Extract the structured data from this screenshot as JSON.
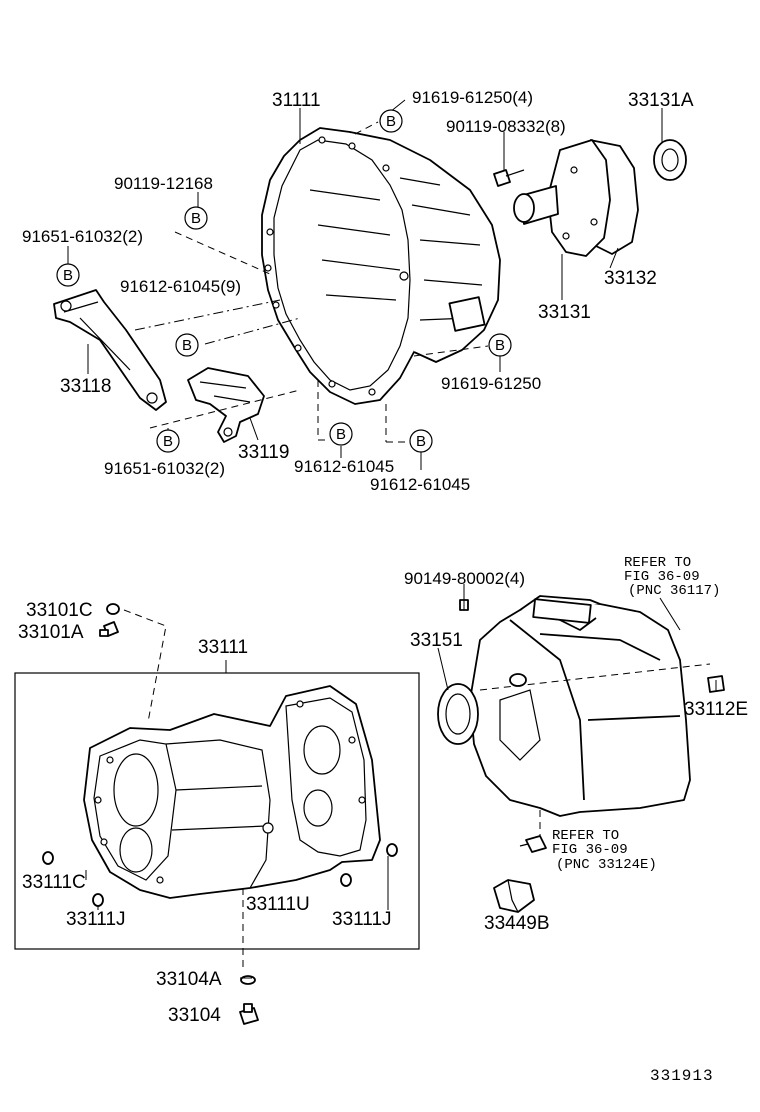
{
  "labels": {
    "housing_31111": "31111",
    "bolt_91619_61250_4": "91619-61250(4)",
    "seal_33131A": "33131A",
    "bolt_90119_08332_8": "90119-08332(8)",
    "bolt_90119_12168": "90119-12168",
    "bolt_91651_61032_2_top": "91651-61032(2)",
    "bolt_91612_61045_9": "91612-61045(9)",
    "retainer_33132": "33132",
    "bearing_33131": "33131",
    "bracket_33118": "33118",
    "bolt_91619_61250": "91619-61250",
    "bracket_33119": "33119",
    "bolt_91651_61032_2_bottom": "91651-61032(2)",
    "bolt_91612_61045_a": "91612-61045",
    "bolt_91612_61045_b": "91612-61045",
    "gasket_33101C": "33101C",
    "plug_33101A": "33101A",
    "case_33111": "33111",
    "bolt_90149_80002_4": "90149-80002(4)",
    "refer_top_line1": "REFER TO",
    "refer_top_line2": "FIG 36-09",
    "refer_top_line3": "(PNC 36117)",
    "part_33151": "33151",
    "plug_33112E": "33112E",
    "refer_bottom_line1": "REFER TO",
    "refer_bottom_line2": "FIG 36-09",
    "refer_bottom_line3": "(PNC 33124E)",
    "pin_33111C": "33111C",
    "pin_33111J_left": "33111J",
    "pin_33111U": "33111U",
    "pin_33111J_right": "33111J",
    "part_33449B": "33449B",
    "gasket_33104A": "33104A",
    "plug_33104": "33104",
    "diagram_code": "331913"
  },
  "callout_letter": "B"
}
